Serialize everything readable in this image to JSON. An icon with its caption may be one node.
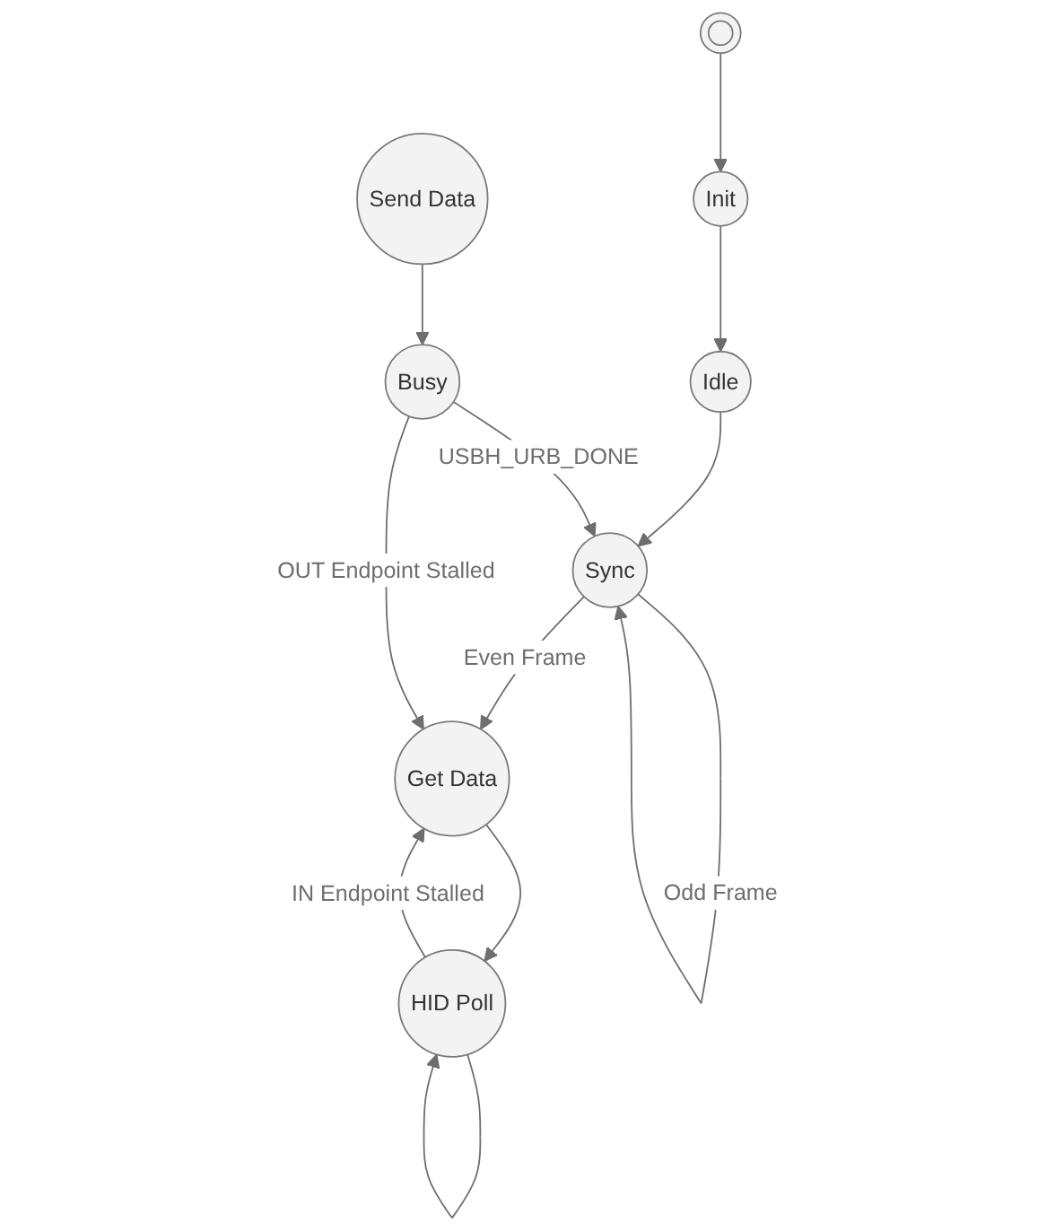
{
  "diagram": {
    "nodes": [
      {
        "text": [],
        "shape": "circle"
      },
      {
        "text": [
          "Init"
        ]
      },
      {
        "text": [
          "Send Data"
        ]
      },
      {
        "text": [
          "Idle"
        ]
      },
      {
        "text": [
          "Busy"
        ]
      },
      {
        "text": [
          "Sync"
        ]
      },
      {
        "text": [
          "Get Data"
        ]
      },
      {
        "text": [
          "HID Poll"
        ]
      }
    ],
    "edges": [
      {
        "from": 0,
        "to": 1,
        "arrow": "to"
      },
      {
        "from": 1,
        "to": 3,
        "arrow": "to"
      },
      {
        "from": 3,
        "to": 5,
        "arrow": "to"
      },
      {
        "from": 2,
        "to": 4,
        "arrow": "to"
      },
      {
        "from": 4,
        "to": 5,
        "arrow": "to",
        "label": "USBH_URB_DONE"
      },
      {
        "from": 5,
        "to": 5,
        "arrow": "to",
        "label": "Odd Frame"
      },
      {
        "from": 5,
        "to": 6,
        "arrow": "to",
        "label": "Even Frame"
      },
      {
        "from": 4,
        "to": 6,
        "arrow": "to",
        "label": "OUT Endpoint Stalled"
      },
      {
        "from": 7,
        "to": 6,
        "arrow": "to",
        "label": "IN Endpoint Stalled"
      },
      {
        "from": 6,
        "to": 7,
        "arrow": "to"
      },
      {
        "from": 7,
        "to": 7,
        "arrow": "to"
      }
    ]
  }
}
